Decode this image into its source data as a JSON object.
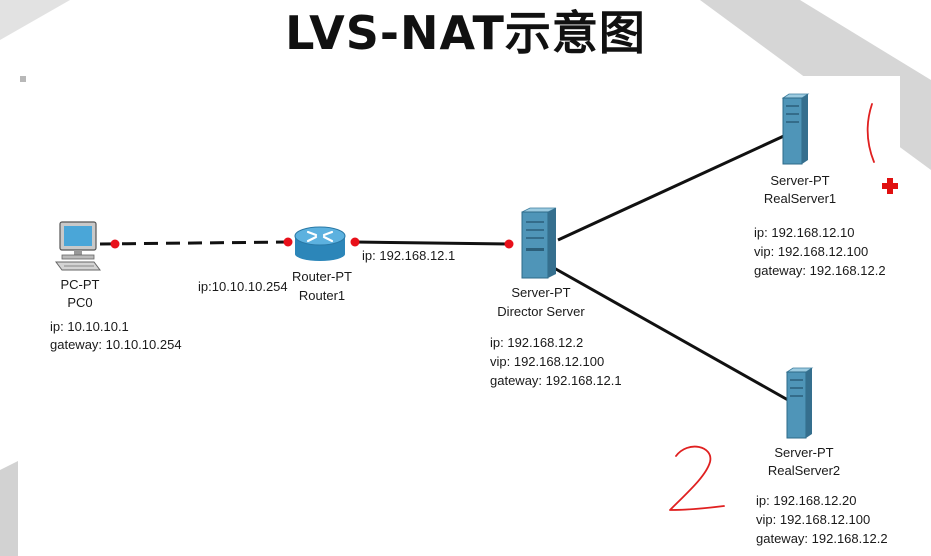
{
  "slide": {
    "title": "LVS-NAT示意图"
  },
  "devices": {
    "pc": {
      "type": "PC-PT",
      "name": "PC0",
      "ip": "ip: 10.10.10.1",
      "gateway": "gateway: 10.10.10.254"
    },
    "router": {
      "type": "Router-PT",
      "name": "Router1",
      "left_ip": "ip:10.10.10.254",
      "right_ip": "ip: 192.168.12.1"
    },
    "director": {
      "type": "Server-PT",
      "name": "Director Server",
      "ip": "ip: 192.168.12.2",
      "vip": "vip: 192.168.12.100",
      "gateway": "gateway: 192.168.12.1"
    },
    "real1": {
      "type": "Server-PT",
      "name": "RealServer1",
      "ip": "ip: 192.168.12.10",
      "vip": "vip: 192.168.12.100",
      "gateway": "gateway: 192.168.12.2"
    },
    "real2": {
      "type": "Server-PT",
      "name": "RealServer2",
      "ip": "ip: 192.168.12.20",
      "vip": "vip: 192.168.12.100",
      "gateway": "gateway: 192.168.12.2"
    }
  },
  "colors": {
    "link": "#111111",
    "port": "#e8101a",
    "annotation": "#e02020",
    "server_body": "#4f95b8"
  }
}
